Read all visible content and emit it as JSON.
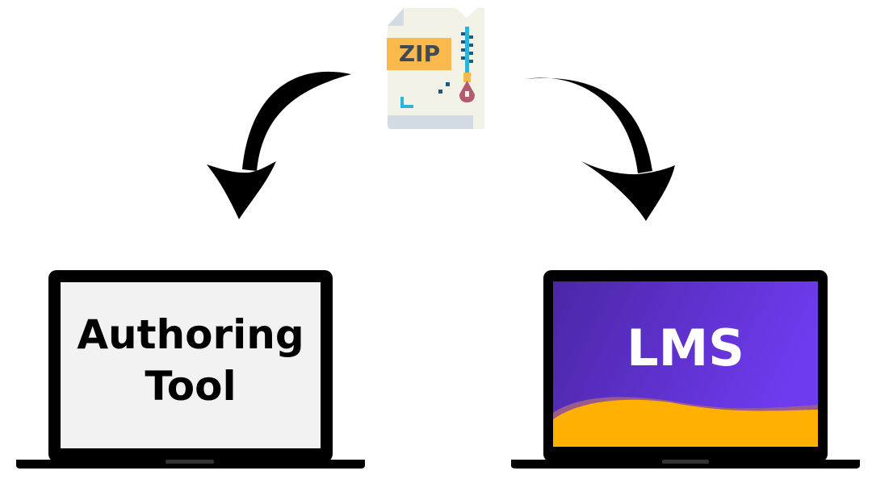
{
  "left_device": {
    "label_line1": "Authoring",
    "label_line2": "Tool"
  },
  "right_device": {
    "label": "LMS"
  },
  "file_icon": {
    "label": "ZIP"
  },
  "colors": {
    "lms_purple": "#5a2fc8",
    "lms_wave": "#ffb000",
    "zip_tag": "#fbb84b",
    "zipper": "#2fb3d6"
  }
}
